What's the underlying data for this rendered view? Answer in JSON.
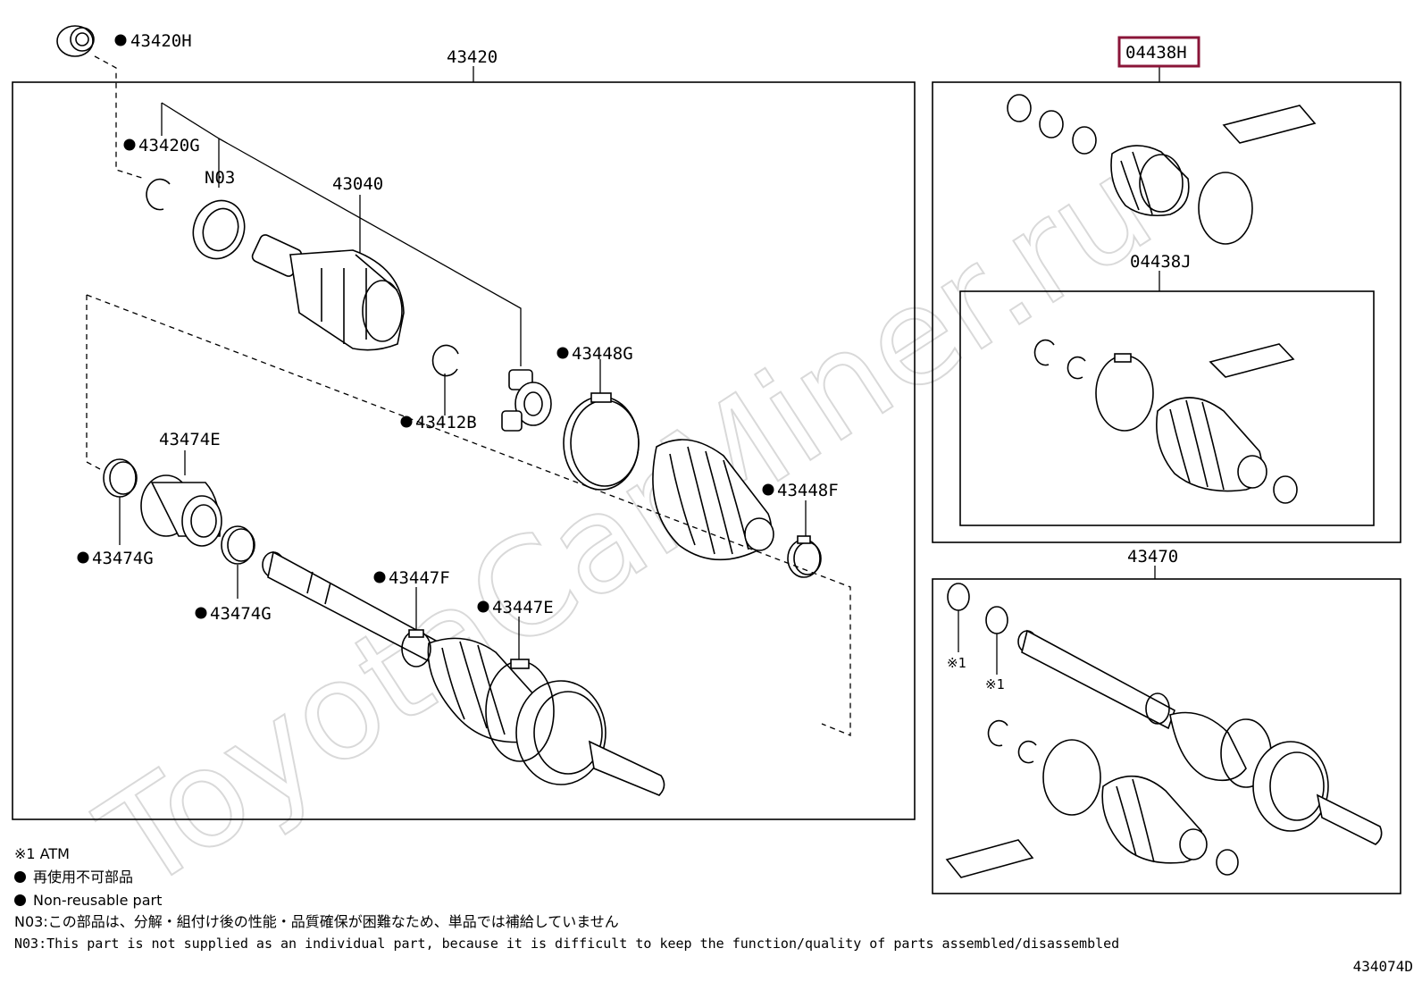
{
  "watermark": "ToyotaCarMiner.ru",
  "callouts": {
    "c43420H": "43420H",
    "c43420": "43420",
    "c43420G": "43420G",
    "cN03": "N03",
    "c43040": "43040",
    "c43448G": "43448G",
    "c43412B": "43412B",
    "c43474E": "43474E",
    "c43448F": "43448F",
    "c43474G_a": "43474G",
    "c43474G_b": "43474G",
    "c43447F": "43447F",
    "c43447E": "43447E",
    "c04438H": "04438H",
    "c04438J": "04438J",
    "c43470": "43470",
    "atm1": "※1",
    "atm2": "※1"
  },
  "highlight_color": "#8a1538",
  "legend": {
    "atm": "※1 ATM",
    "non_reusable_jp": "再使用不可部品",
    "non_reusable_en": "Non-reusable part",
    "n03_jp": "N03:この部品は、分解・組付け後の性能・品質確保が困難なため、単品では補給していません",
    "n03_en": "N03:This part is not supplied as an individual part, because it is difficult to keep the function/quality of parts assembled/disassembled"
  },
  "figure_code": "434074D"
}
